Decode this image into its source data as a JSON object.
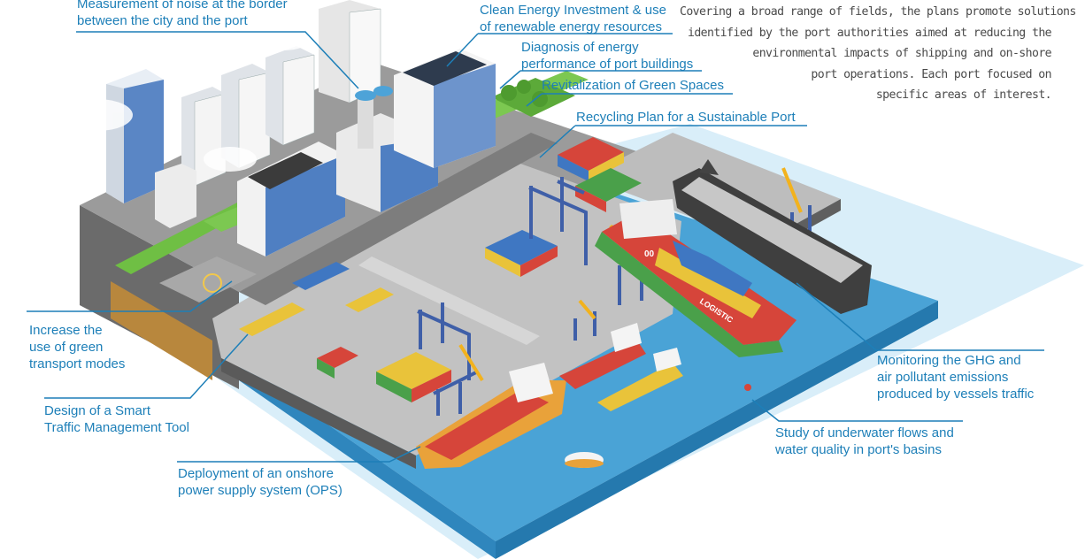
{
  "description": {
    "lines": [
      "Covering a broad range of fields, the plans promote solutions",
      "identified by the port authorities aimed at reducing the",
      "environmental impacts of shipping and on-shore",
      "port operations. Each port focused on",
      "specific areas of interest."
    ]
  },
  "labels": {
    "noise_measurement": [
      "Measurement of noise at the border",
      "between the city and the port"
    ],
    "clean_energy": [
      "Clean Energy Investment & use",
      "of renewable energy resources"
    ],
    "energy_diagnosis": [
      "Diagnosis of energy",
      "performance of port buildings"
    ],
    "green_spaces": [
      "Revitalization of Green Spaces"
    ],
    "recycling_plan": [
      "Recycling Plan for a Sustainable Port"
    ],
    "green_transport": [
      "Increase the",
      "use of green",
      "transport modes"
    ],
    "traffic_tool": [
      "Design of a Smart",
      "Traffic Management Tool"
    ],
    "onshore_power": [
      "Deployment of an onshore",
      "power supply system (OPS)"
    ],
    "ghg_monitoring": [
      "Monitoring the GHG and",
      "air pollutant emissions",
      "produced by vessels traffic"
    ],
    "underwater_flows": [
      "Study of underwater flows and",
      "water quality in port's basins"
    ]
  },
  "ship_text": {
    "logistic_hull": "LOGISTIC",
    "logistic_bow": "00"
  },
  "colors": {
    "label_blue": "#1d7fb8",
    "water": "#4aa3d6",
    "water_halo": "#d4ecf8",
    "ground": "#8c8c8c",
    "quay": "#c4c4c4",
    "grass": "#6fbf44",
    "hull_red": "#d6453a",
    "hull_orange": "#e9a23a",
    "crane_blue": "#3f5fa8",
    "crane_yellow": "#f2b21e"
  }
}
